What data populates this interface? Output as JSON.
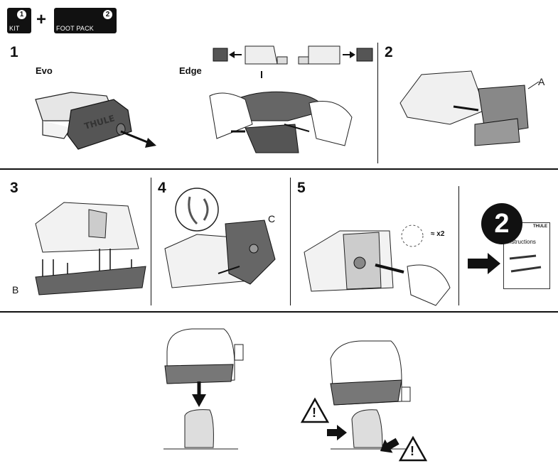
{
  "header": {
    "kit": {
      "badge": "1",
      "label": "KIT"
    },
    "plus": "+",
    "foot_pack": {
      "badge": "2",
      "label": "FOOT PACK"
    }
  },
  "steps": {
    "step1": {
      "number": "1",
      "evo_label": "Evo",
      "edge_label": "Edge",
      "brand": "THULE"
    },
    "step2": {
      "number": "2",
      "callout": "A"
    },
    "step3": {
      "number": "3",
      "callout": "B"
    },
    "step4": {
      "number": "4",
      "callout": "C"
    },
    "step5": {
      "number": "5",
      "repeat": "≈ x2"
    },
    "reference": {
      "badge": "2",
      "booklet_title": "Instructions",
      "booklet_brand": "THULE"
    }
  },
  "warnings": {
    "icon": "!"
  },
  "icons": [
    "arrow-icon",
    "warning-icon",
    "hand-icon",
    "instructions-booklet-icon"
  ]
}
